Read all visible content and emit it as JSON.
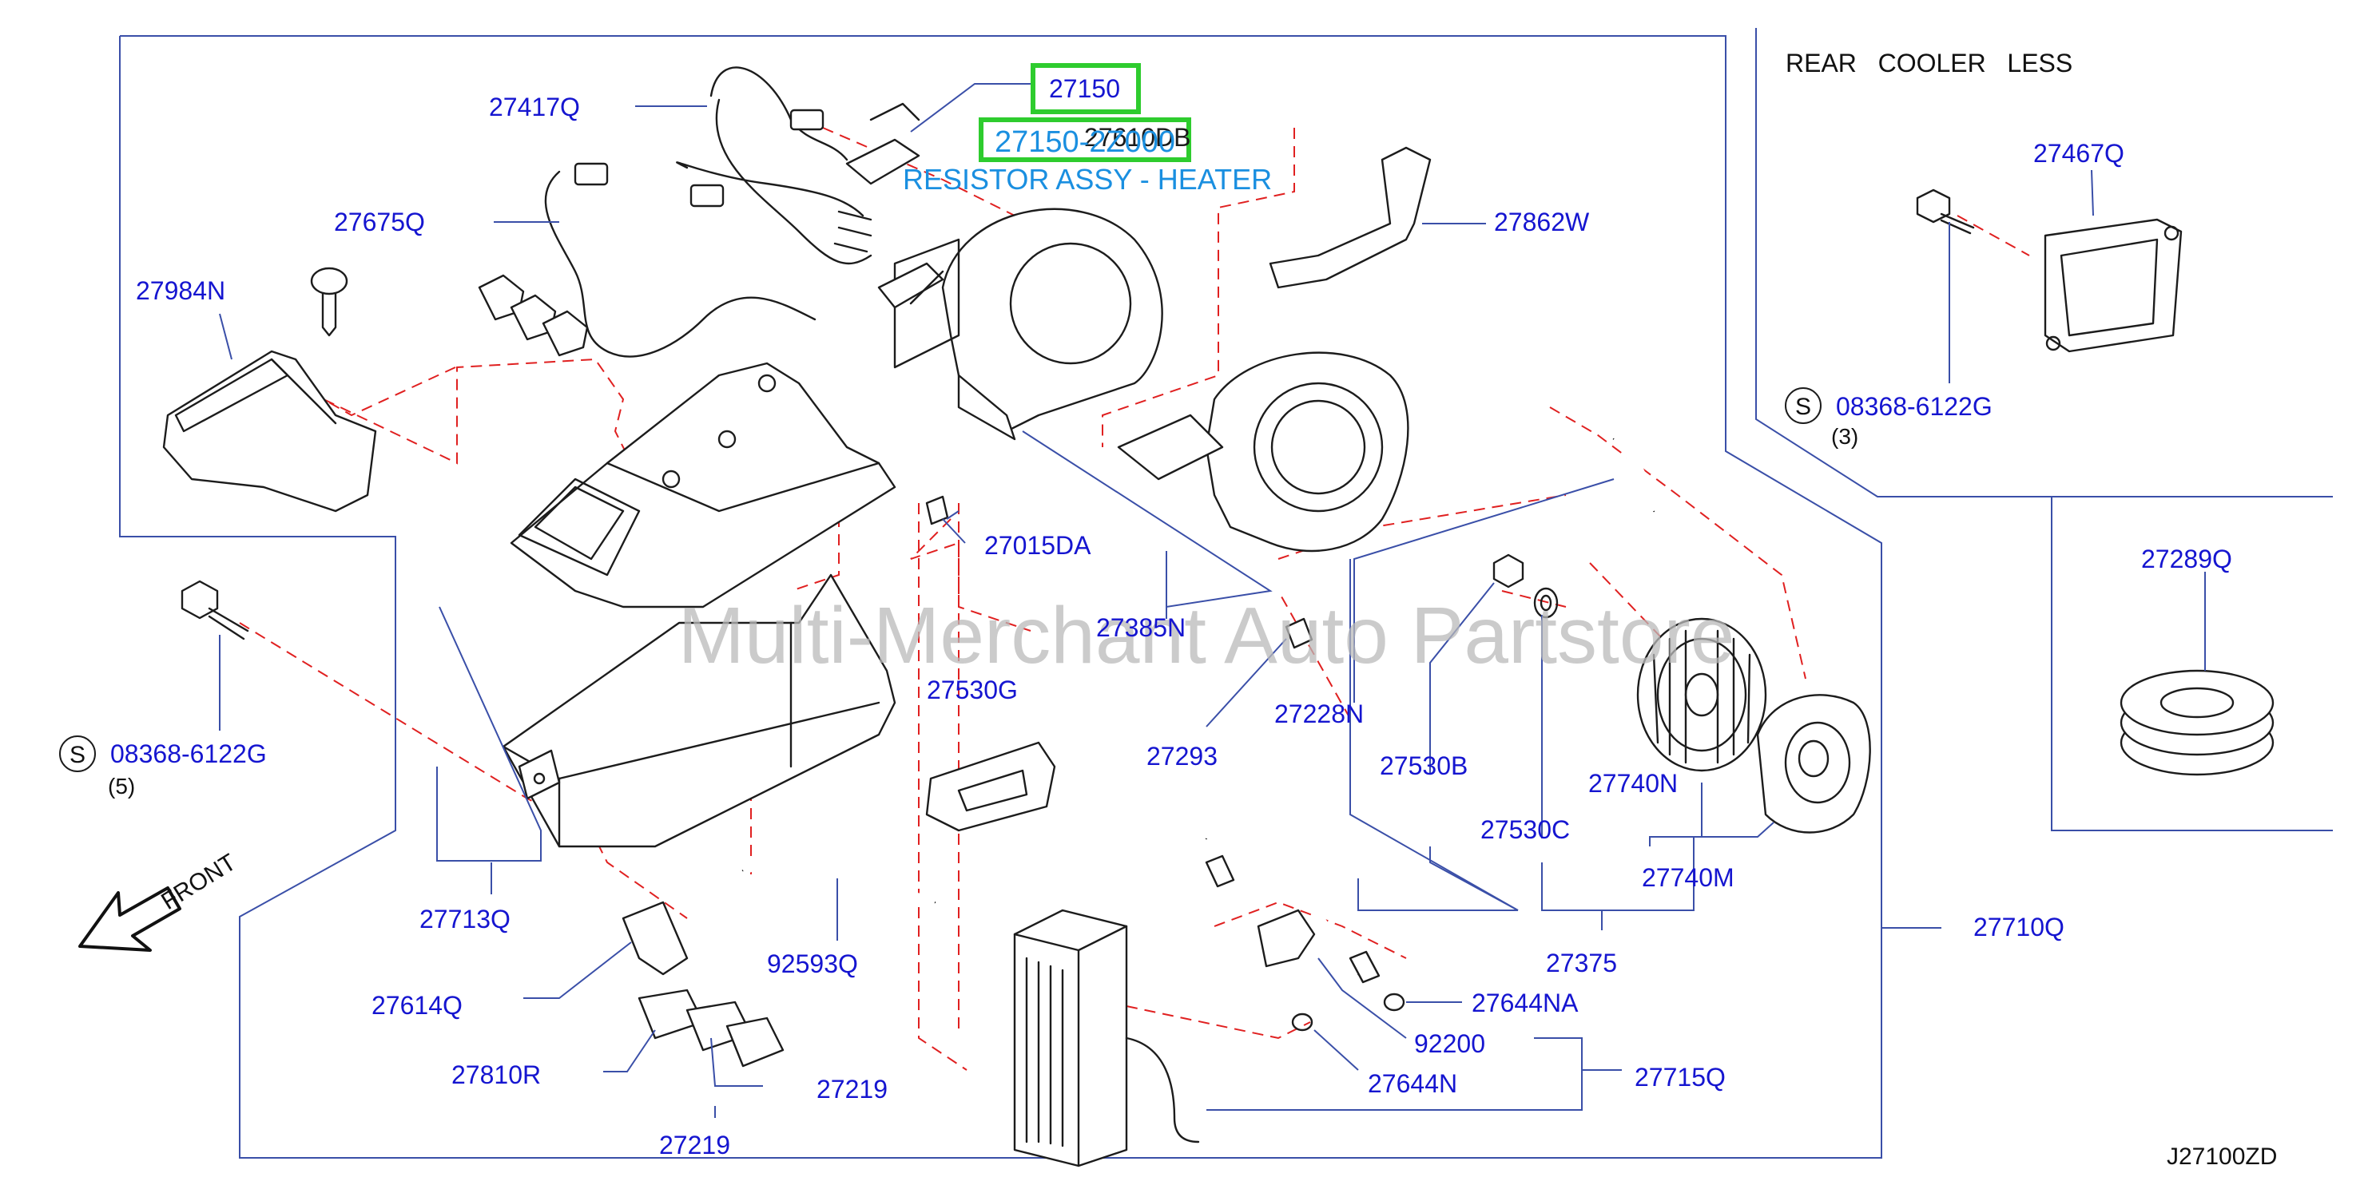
{
  "labels": {
    "p27150": "27150",
    "p27150_2z000": "27150-2Z000",
    "p27610db": "27610DB",
    "resistor": "RESISTOR ASSY - HEATER",
    "p27417q": "27417Q",
    "p27675q": "27675Q",
    "p27984n": "27984N",
    "p27862w": "27862W",
    "p27015da": "27015DA",
    "p27385n": "27385N",
    "p27530g": "27530G",
    "p27293": "27293",
    "p27228n": "27228N",
    "p27530b": "27530B",
    "p27740n": "27740N",
    "p27530c": "27530C",
    "p27740m": "27740M",
    "p27375": "27375",
    "p27710q": "27710Q",
    "p27713q": "27713Q",
    "p92593q": "92593Q",
    "p27614q": "27614Q",
    "p27810r": "27810R",
    "p27219a": "27219",
    "p27219b": "27219",
    "p27644na": "27644NA",
    "p92200": "92200",
    "p27644n": "27644N",
    "p27715q": "27715Q",
    "p08368_left": "08368-6122G",
    "qty_left": "(5)",
    "p08368_right": "08368-6122G",
    "qty_right": "(3)",
    "p27467q": "27467Q",
    "p27289q": "27289Q",
    "rear_cooler": "REAR   COOLER   LESS",
    "front": "FRONT",
    "s_symbol": "S",
    "diagram_code": "J27100ZD",
    "watermark": "Multi-Merchant Auto Partstore"
  },
  "colors": {
    "part_label": "#1515d0",
    "leader_line": "#3a4fa8",
    "dashed_line": "#e02020",
    "highlight_box": "#2ecc2e",
    "highlight_text": "#1a8fe0",
    "watermark": "#b9b9b9"
  }
}
